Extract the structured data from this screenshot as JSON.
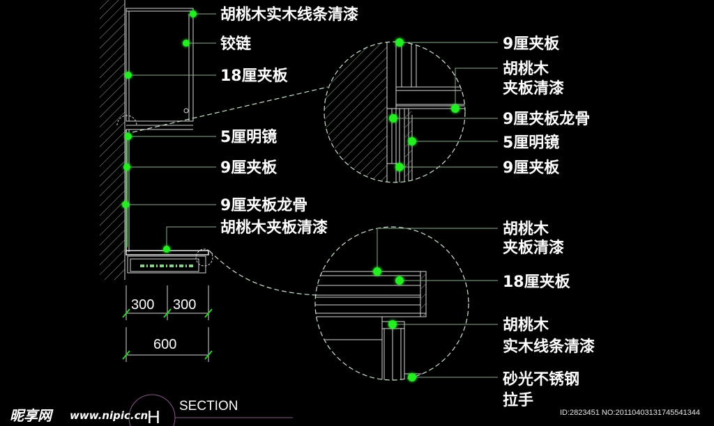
{
  "drawing": {
    "type": "CAD section detail",
    "accent_color": "#22ee22",
    "line_color": "#d8d8d8",
    "background": "#000000"
  },
  "elevation_labels": [
    "胡桃木实木线条清漆",
    "铰链",
    "18厘夹板",
    "5厘明镜",
    "9厘夹板",
    "9厘夹板龙骨",
    "胡桃木夹板清漆"
  ],
  "detail_top_labels": [
    "9厘夹板",
    [
      "胡桃木",
      "夹板清漆"
    ],
    "9厘夹板龙骨",
    "5厘明镜",
    "9厘夹板"
  ],
  "detail_bottom_labels": [
    [
      "胡桃木",
      "夹板清漆"
    ],
    "18厘夹板",
    [
      "胡桃木",
      "实木线条清漆"
    ],
    [
      "砂光不锈钢",
      "拉手"
    ]
  ],
  "dimensions": {
    "segments": [
      "300",
      "300"
    ],
    "total": "600"
  },
  "section_marker": {
    "letter": "H",
    "title": "SECTION"
  },
  "watermark": {
    "site_cn": "昵享网",
    "site_url": "www.nipic.cn",
    "id_line": "ID:2823451 NO:20110403131745541344"
  }
}
